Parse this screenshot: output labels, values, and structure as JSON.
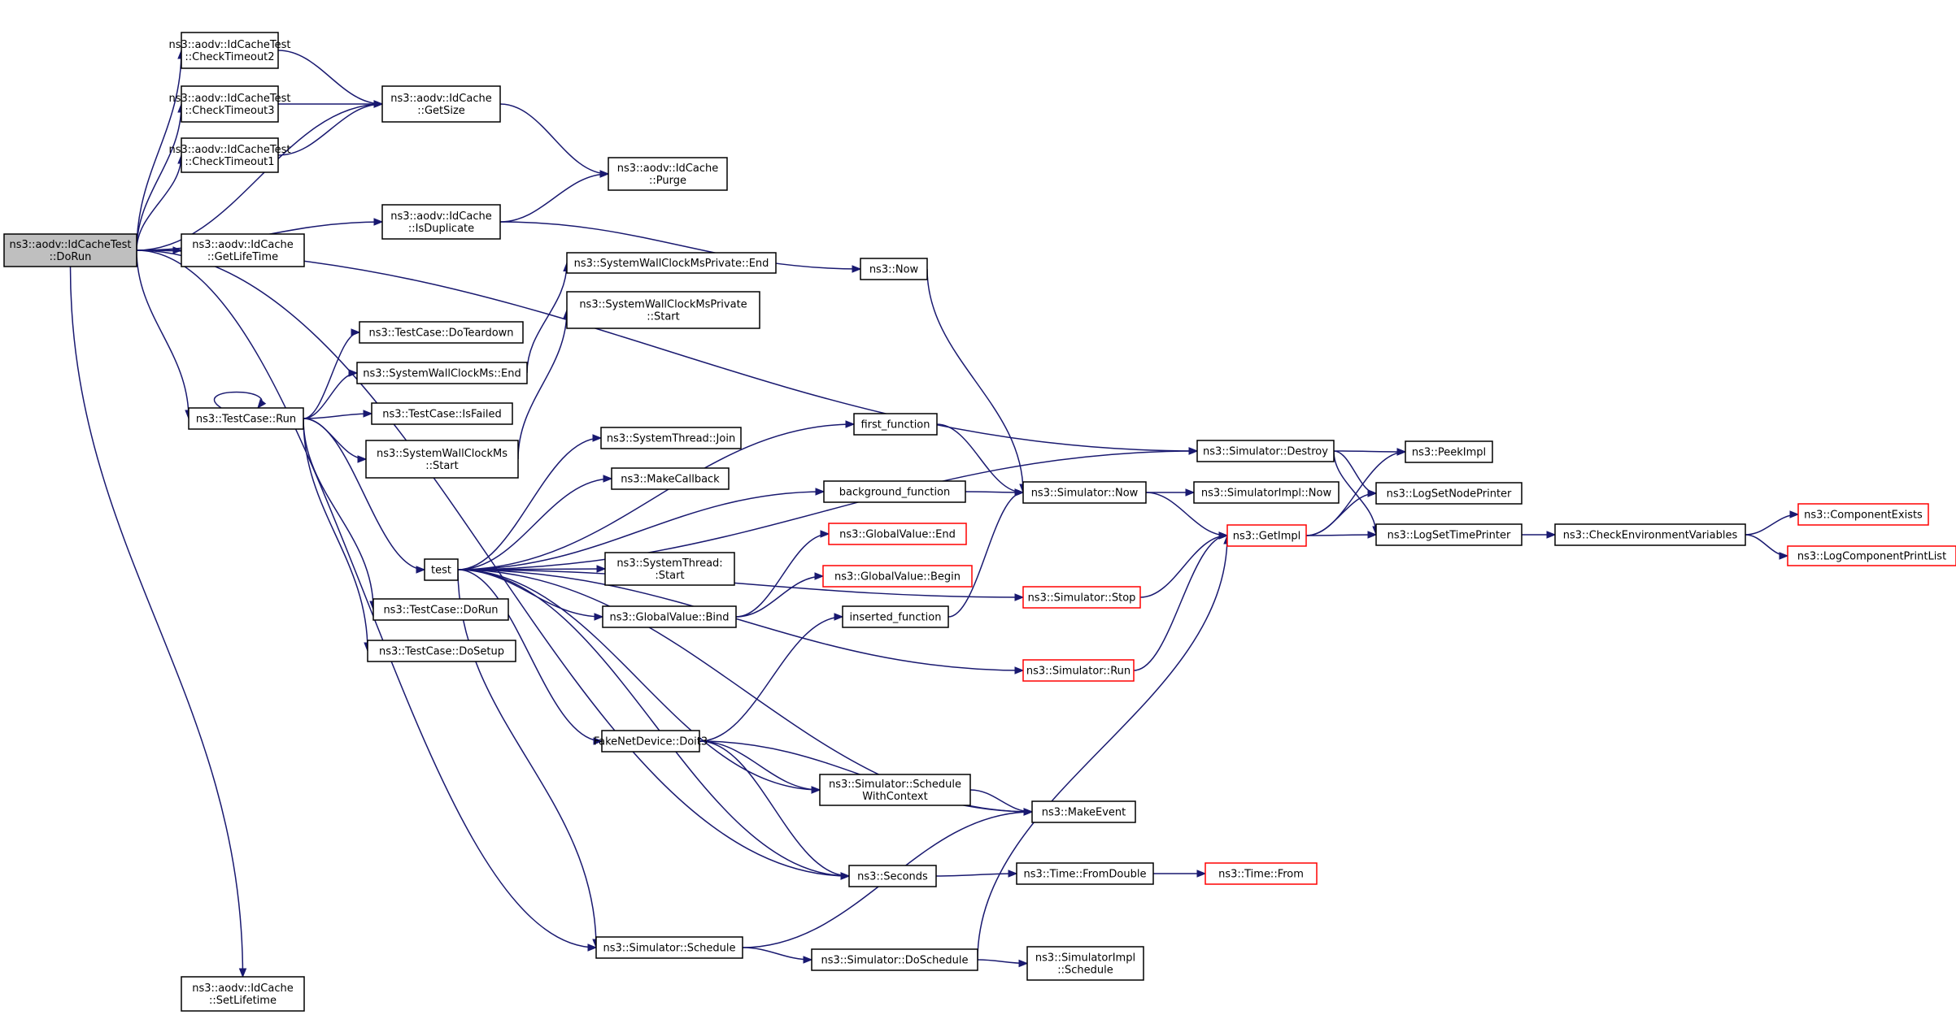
{
  "graph": {
    "nodes": {
      "root": {
        "lines": [
          "ns3::aodv::IdCacheTest",
          "::DoRun"
        ],
        "style": "root"
      },
      "ct2": {
        "lines": [
          "ns3::aodv::IdCacheTest",
          "::CheckTimeout2"
        ]
      },
      "ct3": {
        "lines": [
          "ns3::aodv::IdCacheTest",
          "::CheckTimeout3"
        ]
      },
      "ct1": {
        "lines": [
          "ns3::aodv::IdCacheTest",
          "::CheckTimeout1"
        ]
      },
      "getLifeTime": {
        "lines": [
          "ns3::aodv::IdCache",
          "::GetLifeTime"
        ]
      },
      "setLifetime": {
        "lines": [
          "ns3::aodv::IdCache",
          "::SetLifetime"
        ]
      },
      "getSize": {
        "lines": [
          "ns3::aodv::IdCache",
          "::GetSize"
        ]
      },
      "isDuplicate": {
        "lines": [
          "ns3::aodv::IdCache",
          "::IsDuplicate"
        ]
      },
      "purge": {
        "lines": [
          "ns3::aodv::IdCache",
          "::Purge"
        ]
      },
      "tcRun": {
        "lines": [
          "ns3::TestCase::Run"
        ]
      },
      "tcTeardown": {
        "lines": [
          "ns3::TestCase::DoTeardown"
        ]
      },
      "swcEnd": {
        "lines": [
          "ns3::SystemWallClockMs::End"
        ]
      },
      "tcIsFailed": {
        "lines": [
          "ns3::TestCase::IsFailed"
        ]
      },
      "swcStart": {
        "lines": [
          "ns3::SystemWallClockMs",
          "::Start"
        ]
      },
      "tcDoRun": {
        "lines": [
          "ns3::TestCase::DoRun"
        ]
      },
      "tcDoSetup": {
        "lines": [
          "ns3::TestCase::DoSetup"
        ]
      },
      "test": {
        "lines": [
          "test"
        ]
      },
      "swcpEnd": {
        "lines": [
          "ns3::SystemWallClockMsPrivate::End"
        ]
      },
      "swcpStart": {
        "lines": [
          "ns3::SystemWallClockMsPrivate",
          "::Start"
        ]
      },
      "stJoin": {
        "lines": [
          "ns3::SystemThread::Join"
        ]
      },
      "makeCallback": {
        "lines": [
          "ns3::MakeCallback"
        ]
      },
      "stStart": {
        "lines": [
          "ns3::SystemThread:",
          ":Start"
        ]
      },
      "gvBind": {
        "lines": [
          "ns3::GlobalValue::Bind"
        ]
      },
      "fakeNet": {
        "lines": [
          "FakeNetDevice::Doit3"
        ]
      },
      "simSchedule": {
        "lines": [
          "ns3::Simulator::Schedule"
        ]
      },
      "now": {
        "lines": [
          "ns3::Now"
        ]
      },
      "firstFn": {
        "lines": [
          "first_function"
        ]
      },
      "bgFn": {
        "lines": [
          "background_function"
        ]
      },
      "gvEnd": {
        "lines": [
          "ns3::GlobalValue::End"
        ],
        "style": "red"
      },
      "gvBegin": {
        "lines": [
          "ns3::GlobalValue::Begin"
        ],
        "style": "red"
      },
      "insertedFn": {
        "lines": [
          "inserted_function"
        ]
      },
      "schedCtx": {
        "lines": [
          "ns3::Simulator::Schedule",
          "WithContext"
        ]
      },
      "seconds": {
        "lines": [
          "ns3::Seconds"
        ]
      },
      "doSchedule": {
        "lines": [
          "ns3::Simulator::DoSchedule"
        ]
      },
      "simNow": {
        "lines": [
          "ns3::Simulator::Now"
        ]
      },
      "simStop": {
        "lines": [
          "ns3::Simulator::Stop"
        ],
        "style": "red"
      },
      "simRun": {
        "lines": [
          "ns3::Simulator::Run"
        ],
        "style": "red"
      },
      "makeEvent": {
        "lines": [
          "ns3::MakeEvent"
        ]
      },
      "fromDouble": {
        "lines": [
          "ns3::Time::FromDouble"
        ]
      },
      "simImplSched": {
        "lines": [
          "ns3::SimulatorImpl",
          "::Schedule"
        ]
      },
      "simDestroy": {
        "lines": [
          "ns3::Simulator::Destroy"
        ]
      },
      "simImplNow": {
        "lines": [
          "ns3::SimulatorImpl::Now"
        ]
      },
      "getImpl": {
        "lines": [
          "ns3::GetImpl"
        ],
        "style": "red"
      },
      "timeFrom": {
        "lines": [
          "ns3::Time::From"
        ],
        "style": "red"
      },
      "peekImpl": {
        "lines": [
          "ns3::PeekImpl"
        ]
      },
      "logNode": {
        "lines": [
          "ns3::LogSetNodePrinter"
        ]
      },
      "logTime": {
        "lines": [
          "ns3::LogSetTimePrinter"
        ]
      },
      "checkEnv": {
        "lines": [
          "ns3::CheckEnvironmentVariables"
        ]
      },
      "compExists": {
        "lines": [
          "ns3::ComponentExists"
        ],
        "style": "red"
      },
      "logCompPrint": {
        "lines": [
          "ns3::LogComponentPrintList"
        ],
        "style": "red"
      }
    }
  }
}
